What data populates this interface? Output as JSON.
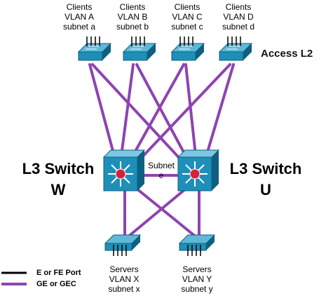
{
  "clients": [
    {
      "line1": "Clients",
      "line2": "VLAN A",
      "line3": "subnet a"
    },
    {
      "line1": "Clients",
      "line2": "VLAN B",
      "line3": "subnet b"
    },
    {
      "line1": "Clients",
      "line2": "VLAN C",
      "line3": "subnet c"
    },
    {
      "line1": "Clients",
      "line2": "VLAN D",
      "line3": "subnet d"
    }
  ],
  "access_label": "Access L2",
  "l3_left": {
    "line1": "L3 Switch",
    "line2": "W"
  },
  "l3_right": {
    "line1": "L3 Switch",
    "line2": "U"
  },
  "interlink": {
    "line1": "Subnet",
    "line2": "e"
  },
  "servers": [
    {
      "line1": "Servers",
      "line2": "VLAN X",
      "line3": "subnet x"
    },
    {
      "line1": "Servers",
      "line2": "VLAN Y",
      "line3": "subnet y"
    }
  ],
  "legend": {
    "black": "E or FE Port",
    "purple": "GE or GEC"
  },
  "colors": {
    "link": "#8e44b0",
    "switch_fill": "#1e8fb8",
    "switch_dark": "#0e5f80",
    "router_core": "#d9203a",
    "port_line": "#000000"
  }
}
